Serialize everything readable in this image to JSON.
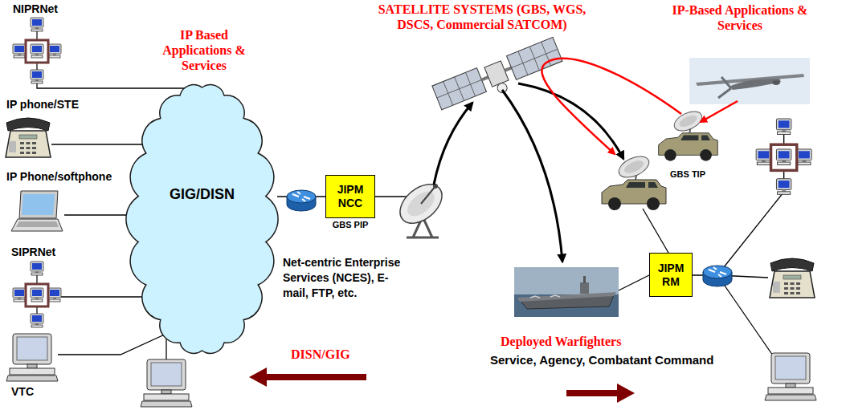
{
  "diagram": {
    "nodes": [
      {
        "text": [
          "GIG/DISN"
        ]
      },
      {
        "text": [
          "JIPM NCC",
          "GBS PIP"
        ]
      },
      {
        "text": [
          "JIPM RM"
        ]
      }
    ],
    "edges": [
      {
        "from": 0,
        "to": 1,
        "arrow": "none"
      }
    ],
    "labels": [
      "NIPRNet",
      "IP Based Applications & Services",
      "SATELLITE SYSTEMS (GBS, WGS, DSCS, Commercial SATCOM)",
      "IP-Based Applications & Services",
      "IP phone/STE",
      "IP Phone/softphone",
      "GBS TIP",
      "SIPRNet",
      "Net-centric Enterprise Services (NCES), E-mail, FTP, etc.",
      "Deployed Warfighters",
      "DISN/GIG",
      "Service, Agency, Combatant Command",
      "VTC"
    ]
  }
}
